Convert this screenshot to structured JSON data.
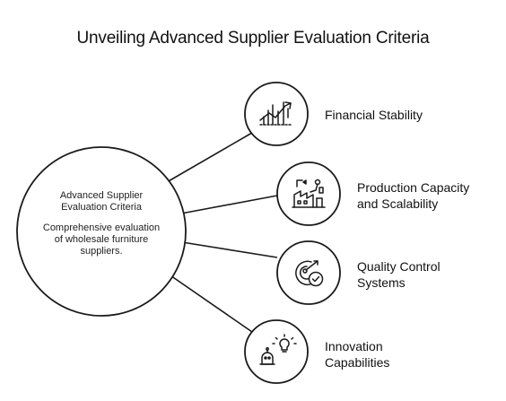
{
  "title": "Unveiling Advanced Supplier Evaluation Criteria",
  "center": {
    "heading": "Advanced Supplier Evaluation Criteria",
    "description": "Comprehensive evaluation of wholesale furniture suppliers."
  },
  "branches": [
    {
      "label": "Financial Stability",
      "icon": "financial-chart-icon"
    },
    {
      "label": "Production Capacity and Scalability",
      "icon": "factory-icon"
    },
    {
      "label": "Quality Control Systems",
      "icon": "target-check-icon"
    },
    {
      "label": "Innovation Capabilities",
      "icon": "robot-lightbulb-icon"
    }
  ],
  "colors": {
    "stroke": "#1a1a1a",
    "background": "#ffffff"
  }
}
